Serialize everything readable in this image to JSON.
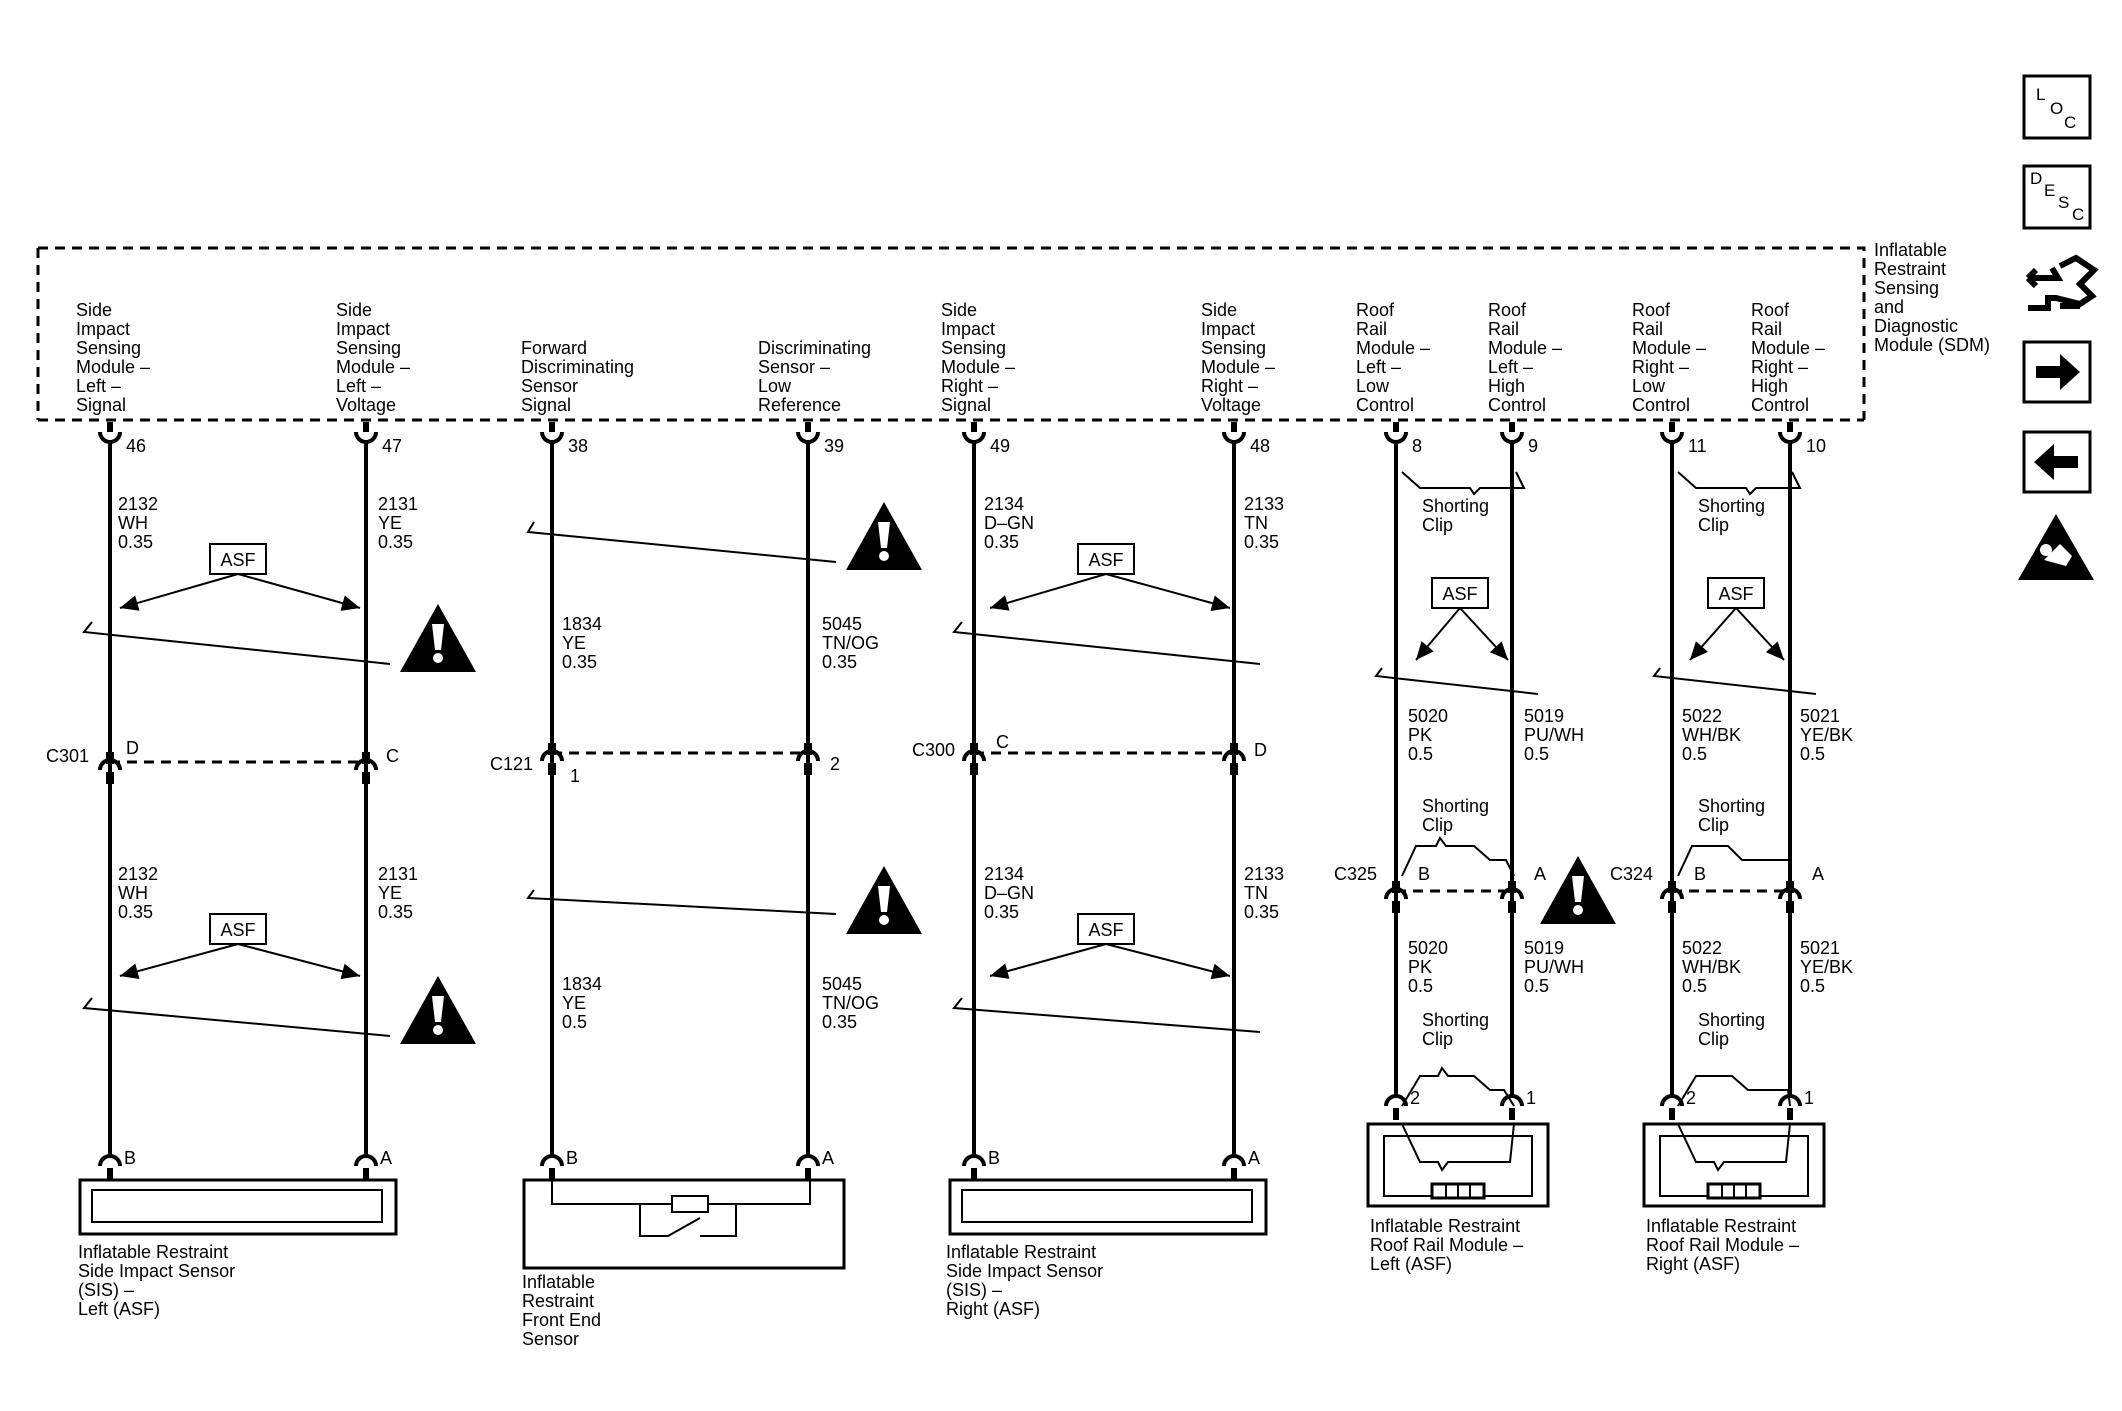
{
  "sdm": {
    "label": [
      "Inflatable",
      "Restraint",
      "Sensing",
      "and",
      "Diagnostic",
      "Module (SDM)"
    ],
    "circuits": [
      {
        "text": [
          "Side",
          "Impact",
          "Sensing",
          "Module –",
          "Left –",
          "Signal"
        ],
        "pin": "46"
      },
      {
        "text": [
          "Side",
          "Impact",
          "Sensing",
          "Module –",
          "Left –",
          "Voltage"
        ],
        "pin": "47"
      },
      {
        "text": [
          "Forward",
          "Discriminating",
          "Sensor",
          "Signal"
        ],
        "pin": "38"
      },
      {
        "text": [
          "Discriminating",
          "Sensor –",
          "Low",
          "Reference"
        ],
        "pin": "39"
      },
      {
        "text": [
          "Side",
          "Impact",
          "Sensing",
          "Module –",
          "Right –",
          "Signal"
        ],
        "pin": "49"
      },
      {
        "text": [
          "Side",
          "Impact",
          "Sensing",
          "Module –",
          "Right –",
          "Voltage"
        ],
        "pin": "48"
      },
      {
        "text": [
          "Roof",
          "Rail",
          "Module –",
          "Left –",
          "Low",
          "Control"
        ],
        "pin": "8"
      },
      {
        "text": [
          "Roof",
          "Rail",
          "Module –",
          "Left –",
          "High",
          "Control"
        ],
        "pin": "9"
      },
      {
        "text": [
          "Roof",
          "Rail",
          "Module –",
          "Right –",
          "Low",
          "Control"
        ],
        "pin": "11"
      },
      {
        "text": [
          "Roof",
          "Rail",
          "Module –",
          "Right –",
          "High",
          "Control"
        ],
        "pin": "10"
      }
    ]
  },
  "connectors": [
    {
      "name": "C301",
      "pins": [
        "D",
        "C"
      ]
    },
    {
      "name": "C121",
      "pins": [
        "1",
        "2"
      ]
    },
    {
      "name": "C300",
      "pins": [
        "C",
        "D"
      ]
    },
    {
      "name": "C325",
      "pins": [
        "B",
        "A"
      ]
    },
    {
      "name": "C324",
      "pins": [
        "B",
        "A"
      ]
    }
  ],
  "wires_upper": [
    [
      "2132",
      "WH",
      "0.35"
    ],
    [
      "2131",
      "YE",
      "0.35"
    ],
    [
      "1834",
      "YE",
      "0.35"
    ],
    [
      "5045",
      "TN/OG",
      "0.35"
    ],
    [
      "2134",
      "D–GN",
      "0.35"
    ],
    [
      "2133",
      "TN",
      "0.35"
    ],
    [
      "5020",
      "PK",
      "0.5"
    ],
    [
      "5019",
      "PU/WH",
      "0.5"
    ],
    [
      "5022",
      "WH/BK",
      "0.5"
    ],
    [
      "5021",
      "YE/BK",
      "0.5"
    ]
  ],
  "wires_lower": [
    [
      "2132",
      "WH",
      "0.35"
    ],
    [
      "2131",
      "YE",
      "0.35"
    ],
    [
      "1834",
      "YE",
      "0.5"
    ],
    [
      "5045",
      "TN/OG",
      "0.35"
    ],
    [
      "2134",
      "D–GN",
      "0.35"
    ],
    [
      "2133",
      "TN",
      "0.35"
    ],
    [
      "5020",
      "PK",
      "0.5"
    ],
    [
      "5019",
      "PU/WH",
      "0.5"
    ],
    [
      "5022",
      "WH/BK",
      "0.5"
    ],
    [
      "5021",
      "YE/BK",
      "0.5"
    ]
  ],
  "device_pins": [
    "B",
    "A",
    "B",
    "A",
    "B",
    "A",
    "2",
    "1",
    "2",
    "1"
  ],
  "asf_label": "ASF",
  "shorting_clip": [
    "Shorting",
    "Clip"
  ],
  "devices": [
    [
      "Inflatable Restraint",
      "Side Impact Sensor",
      "(SIS) –",
      "Left (ASF)"
    ],
    [
      "Inflatable",
      "Restraint",
      "Front End",
      "Sensor"
    ],
    [
      "Inflatable Restraint",
      "Side Impact Sensor",
      "(SIS) –",
      "Right (ASF)"
    ],
    [
      "Inflatable Restraint",
      "Roof Rail Module –",
      "Left (ASF)"
    ],
    [
      "Inflatable Restraint",
      "Roof Rail Module –",
      "Right (ASF)"
    ]
  ],
  "sidebar": {
    "loc": [
      "L",
      "O",
      "C"
    ],
    "desc": [
      "D",
      "E",
      "S",
      "C"
    ]
  }
}
